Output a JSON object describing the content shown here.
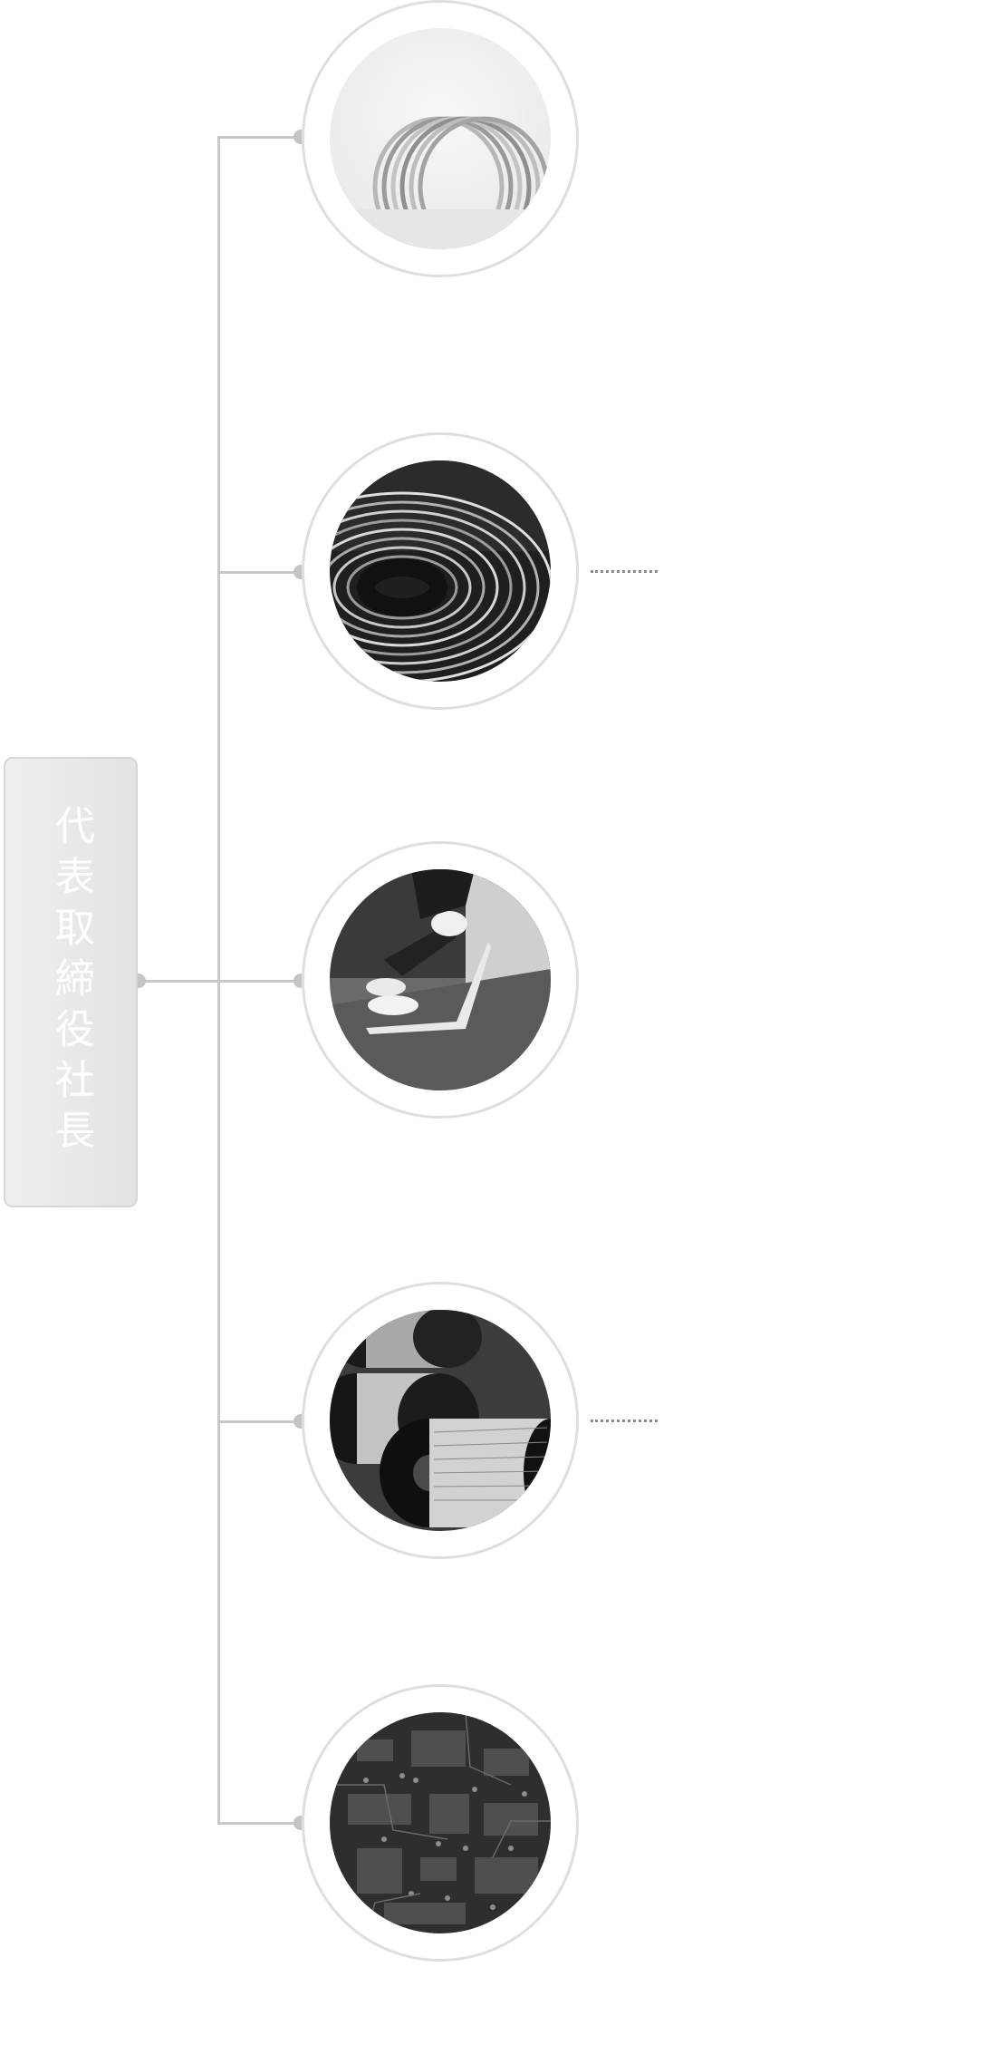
{
  "ceo": {
    "label": "代表取締役社長"
  },
  "nodes": [
    {
      "id": "wire-coil",
      "caption": "",
      "side_note": ""
    },
    {
      "id": "wire-spiral",
      "caption": "",
      "side_note": ""
    },
    {
      "id": "business-laptop",
      "caption": "",
      "side_note": ""
    },
    {
      "id": "wire-spools",
      "caption": "",
      "side_note": ""
    },
    {
      "id": "circuit-board",
      "caption": "",
      "side_note": ""
    }
  ],
  "colors": {
    "connector": "#c8c8c8",
    "ring": "#dedede",
    "box": "#e6e6e6"
  }
}
